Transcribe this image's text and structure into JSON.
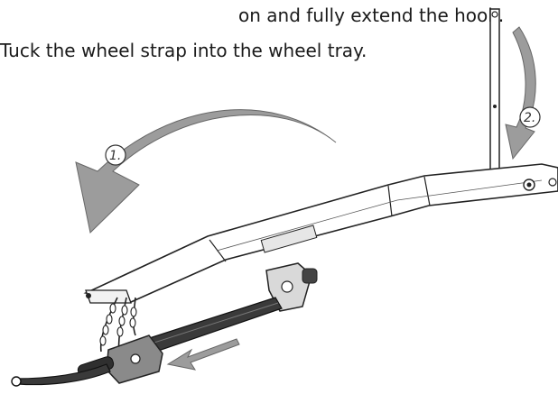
{
  "instructions": {
    "line1": "on and fully extend the hook.",
    "line2": "Tuck the wheel strap into the wheel tray."
  },
  "callouts": {
    "step1": "1.",
    "step2": "2."
  },
  "colors": {
    "arrow_fill": "#9c9c9c",
    "outline": "#222222",
    "metal_dark": "#3a3a3a",
    "text": "#1a1a1a"
  }
}
